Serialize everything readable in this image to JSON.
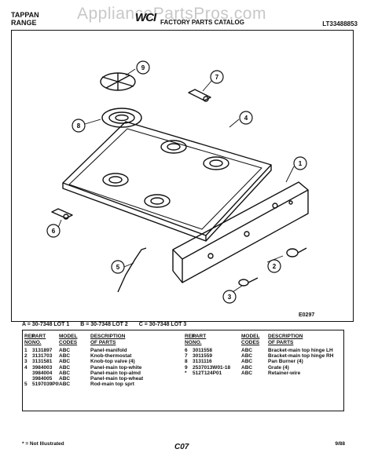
{
  "header": {
    "brand_line1": "TAPPAN",
    "brand_line2": "RANGE",
    "logo": "WCI",
    "catalog": "FACTORY PARTS CATALOG",
    "model": "LT33488853"
  },
  "watermark": "AppliancePartsPros.com",
  "diagram": {
    "ref_code": "E0297",
    "callouts": [
      "1",
      "2",
      "3",
      "4",
      "5",
      "6",
      "7",
      "8",
      "9"
    ]
  },
  "lots": [
    "A = 30-7348 LOT 1",
    "B = 30-7348 LOT 2",
    "C = 30-7348 LOT 3"
  ],
  "table": {
    "headers": {
      "ref": "REF.",
      "no": "NO.",
      "part": "PART",
      "part_no": "NO.",
      "model": "MODEL",
      "codes": "CODES",
      "desc": "DESCRIPTION",
      "of_parts": "OF PARTS"
    },
    "left_rows": [
      {
        "ref": "1",
        "part": "3131897",
        "model": "ABC",
        "desc": "Panel-manifold"
      },
      {
        "ref": "2",
        "part": "3131703",
        "model": "ABC",
        "desc": "Knob-thermostat"
      },
      {
        "ref": "3",
        "part": "3131581",
        "model": "ABC",
        "desc": "Knob-top valve (4)"
      },
      {
        "ref": "4",
        "part": "3984003",
        "model": "ABC",
        "desc": "Panel-main top-white"
      },
      {
        "ref": "",
        "part": "3984004",
        "model": "ABC",
        "desc": "Panel-main top-almd"
      },
      {
        "ref": "",
        "part": "3984005",
        "model": "ABC",
        "desc": "Panel-main top-wheat"
      },
      {
        "ref": "5",
        "part": "5197039P05",
        "model": "ABC",
        "desc": "Rod-main top sprt"
      }
    ],
    "right_rows": [
      {
        "ref": "6",
        "part": "3011558",
        "model": "ABC",
        "desc": "Bracket-main top hinge LH"
      },
      {
        "ref": "7",
        "part": "3011559",
        "model": "ABC",
        "desc": "Bracket-main top hinge RH"
      },
      {
        "ref": "8",
        "part": "3131116",
        "model": "ABC",
        "desc": "Pan Burner (4)"
      },
      {
        "ref": "9",
        "part": "2537013W01-18",
        "model": "ABC",
        "desc": "Grate (4)"
      },
      {
        "ref": "*",
        "part": "512T124P01",
        "model": "ABC",
        "desc": "Retainer-wire"
      }
    ]
  },
  "footer": {
    "note": "* = Not Illustrated",
    "page_code": "C07",
    "date": "9/88"
  }
}
